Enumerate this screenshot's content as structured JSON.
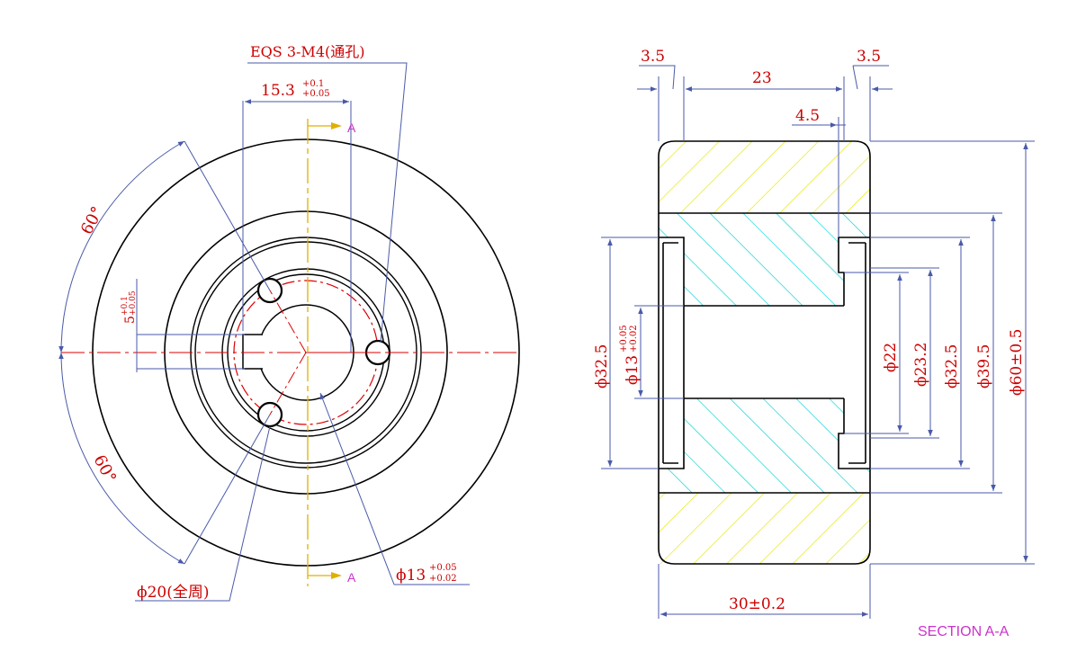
{
  "front_view": {
    "hole_note": "EQS 3-M4(通孔)",
    "keyway_width_base": "15.3",
    "keyway_width_tol_upper": "+0.1",
    "keyway_width_tol_lower": "+0.05",
    "angle_top": "60°",
    "angle_bottom": "60°",
    "key_depth_base": "5",
    "key_depth_tol_upper": "+0.1",
    "key_depth_tol_lower": "+0.05",
    "section_mark_top": "A",
    "section_mark_bottom": "A",
    "pcd_note": "ϕ20(全周)",
    "bore_base": "ϕ13",
    "bore_tol_upper": "+0.05",
    "bore_tol_lower": "+0.02"
  },
  "section_view": {
    "title": "SECTION A-A",
    "dim_left_width": "3.5",
    "dim_center_width": "23",
    "dim_right_width": "3.5",
    "dim_step": "4.5",
    "dim_total_width": "30±0.2",
    "dim_left_dia": "ϕ32.5",
    "dim_bore_base": "ϕ13",
    "dim_bore_tol_upper": "+0.05",
    "dim_bore_tol_lower": "+0.02",
    "dim_d22": "ϕ22",
    "dim_d23_2": "ϕ23.2",
    "dim_d32_5": "ϕ32.5",
    "dim_d39_5": "ϕ39.5",
    "dim_d60": "ϕ60±0.5"
  },
  "colors": {
    "outline": "#000000",
    "dimension_line": "#4a5aa8",
    "dimension_text": "#cc0000",
    "center_line": "#dd0000",
    "section_line": "#e0b000",
    "hatch_outer": "#e6e600",
    "hatch_inner": "#00d4d4",
    "section_title": "#cc33cc"
  }
}
